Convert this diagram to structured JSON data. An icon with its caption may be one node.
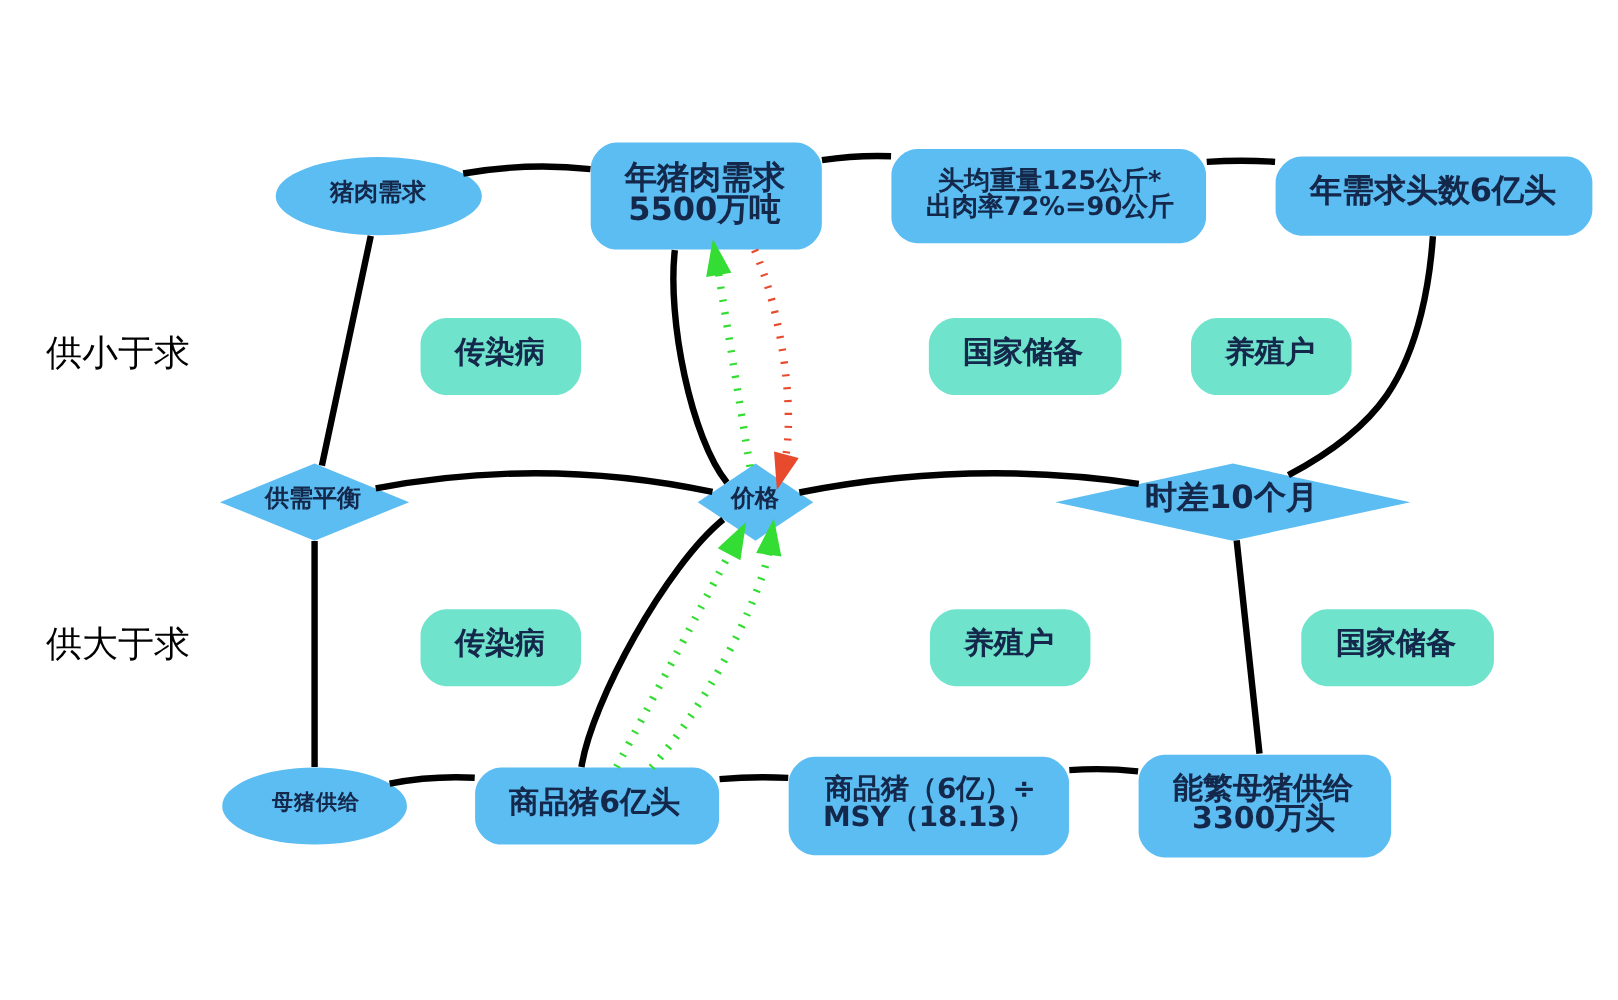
{
  "diagram": {
    "nodes": [
      {
        "text": [
          "猪肉需求"
        ]
      },
      {
        "text": [
          "年猪肉需求5500万吨"
        ]
      },
      {
        "text": [
          "头均重量125公斤*出肉率72%=90公斤"
        ]
      },
      {
        "text": [
          "年需求头数6亿头"
        ]
      },
      {
        "text": [
          "传染病"
        ]
      },
      {
        "text": [
          "国家储备"
        ]
      },
      {
        "text": [
          "养殖户"
        ]
      },
      {
        "text": [
          "供需平衡"
        ]
      },
      {
        "text": [
          "价格"
        ]
      },
      {
        "text": [
          "时差10个月"
        ]
      },
      {
        "text": [
          "传染病"
        ]
      },
      {
        "text": [
          "养殖户"
        ]
      },
      {
        "text": [
          "国家储备"
        ]
      },
      {
        "text": [
          "母猪供给"
        ]
      },
      {
        "text": [
          "商品猪6亿头"
        ]
      },
      {
        "text": [
          "商品猪（6亿）÷MSY（18.13）"
        ]
      },
      {
        "text": [
          "能繁母猪供给3300万头"
        ]
      }
    ],
    "edges": [
      {
        "from": 0,
        "to": 1,
        "arrow": "none"
      },
      {
        "from": 1,
        "to": 2,
        "arrow": "none"
      },
      {
        "from": 2,
        "to": 3,
        "arrow": "none"
      },
      {
        "from": 0,
        "to": 7,
        "arrow": "none"
      },
      {
        "from": 1,
        "to": 8,
        "arrow": "none"
      },
      {
        "from": 8,
        "to": 1,
        "arrow": "to",
        "style": "dashed",
        "color": "#33dd33"
      },
      {
        "from": 1,
        "to": 8,
        "arrow": "to",
        "style": "dashed",
        "color": "#e84a2e"
      },
      {
        "from": 3,
        "to": 9,
        "arrow": "none"
      },
      {
        "from": 7,
        "to": 8,
        "arrow": "none"
      },
      {
        "from": 8,
        "to": 9,
        "arrow": "none"
      },
      {
        "from": 14,
        "to": 8,
        "arrow": "to",
        "style": "dashed",
        "color": "#33dd33"
      },
      {
        "from": 14,
        "to": 8,
        "arrow": "to",
        "style": "dashed",
        "color": "#33dd33"
      },
      {
        "from": 8,
        "to": 14,
        "arrow": "none"
      },
      {
        "from": 7,
        "to": 13,
        "arrow": "none"
      },
      {
        "from": 9,
        "to": 16,
        "arrow": "none"
      },
      {
        "from": 13,
        "to": 14,
        "arrow": "none"
      },
      {
        "from": 14,
        "to": 15,
        "arrow": "none"
      },
      {
        "from": 15,
        "to": 16,
        "arrow": "none"
      }
    ],
    "labels": [
      "供小于求",
      "供大于求"
    ]
  }
}
